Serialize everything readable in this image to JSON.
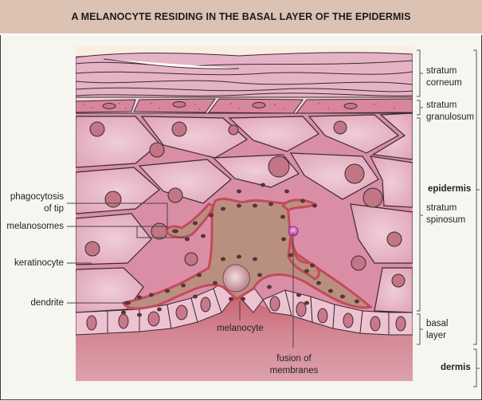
{
  "title": "A MELANOCYTE RESIDING IN THE BASAL LAYER OF THE EPIDERMIS",
  "layer_labels": {
    "stratum_corneum": [
      "stratum",
      "corneum"
    ],
    "stratum_granulosum": [
      "stratum",
      "granulosum"
    ],
    "stratum_spinosum": [
      "stratum",
      "spinosum"
    ],
    "basal_layer": [
      "basal",
      "layer"
    ],
    "epidermis": "epidermis",
    "dermis": "dermis"
  },
  "callouts": {
    "phagocytosis": [
      "phagocytosis",
      "of tip"
    ],
    "melanosomes": "melanosomes",
    "keratinocyte": "keratinocyte",
    "dendrite": "dendrite",
    "melanocyte": "melanocyte",
    "fusion": [
      "fusion of",
      "membranes"
    ]
  },
  "colors": {
    "header_bg": "#dcc2b3",
    "cell_fill": "#e8b8c8",
    "cell_border": "#c54a5a",
    "nucleus": "#c27585",
    "melanocyte_body": "#b99080",
    "melanosome": "#5a3434",
    "dermis": "#d98c98"
  }
}
